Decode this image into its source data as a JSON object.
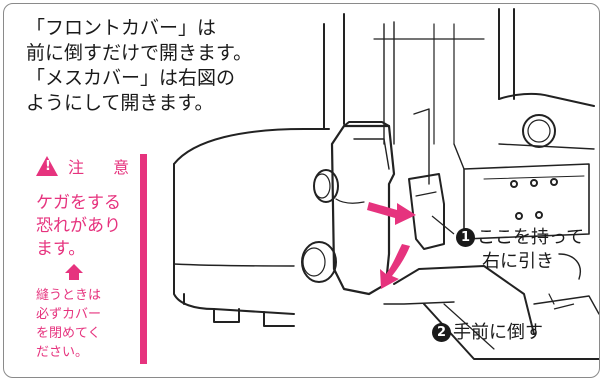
{
  "intro": {
    "lines": [
      "「フロントカバー」は",
      "前に倒すだけで開きます。",
      "「メスカバー」は右図の",
      "ようにして開きます。"
    ]
  },
  "warning": {
    "icon": "exclamation-icon",
    "mark": "!",
    "title": "注 意",
    "main_lines": [
      "ケガをする",
      "恐れがあり",
      "ます。"
    ],
    "sub_lines": [
      "縫うときは",
      "必ずカバー",
      "を閉めてく",
      "ださい。"
    ],
    "color": "#e6337e"
  },
  "steps": [
    {
      "num": "1",
      "line1": "ここを持って",
      "line2": "右に引き"
    },
    {
      "num": "2",
      "line1": "手前に倒す"
    }
  ],
  "colors": {
    "accent": "#e6337e",
    "arrow": "#e6337e",
    "text": "#1a1a1a",
    "border": "#8a8a8a"
  }
}
